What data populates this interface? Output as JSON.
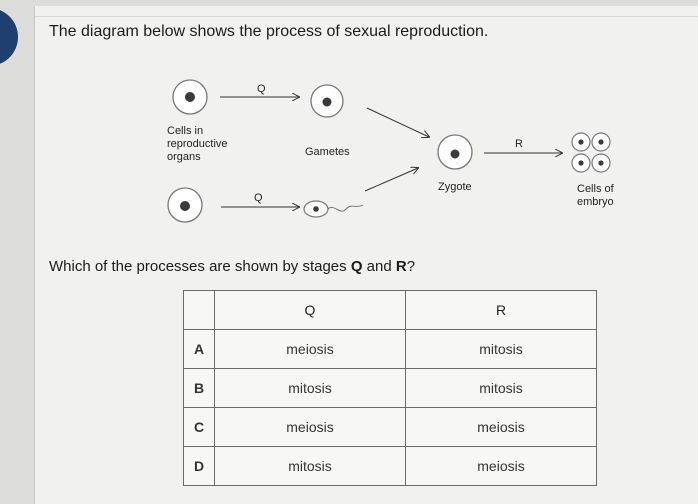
{
  "question": {
    "title": "The diagram below shows the process of sexual reproduction.",
    "prompt_before": "Which of the processes are shown by stages ",
    "prompt_q": "Q",
    "prompt_and": " and ",
    "prompt_r": "R",
    "prompt_end": "?"
  },
  "diagram": {
    "q_top": "Q",
    "q_bottom": "Q",
    "r": "R",
    "cells_label": [
      "Cells in",
      "reproductive",
      "organs"
    ],
    "gametes_label": "Gametes",
    "zygote_label": "Zygote",
    "embryo_label": [
      "Cells of",
      "embryo"
    ]
  },
  "table": {
    "headers": [
      "",
      "Q",
      "R"
    ],
    "rows": [
      {
        "key": "A",
        "q": "meiosis",
        "r": "mitosis"
      },
      {
        "key": "B",
        "q": "mitosis",
        "r": "mitosis"
      },
      {
        "key": "C",
        "q": "meiosis",
        "r": "meiosis"
      },
      {
        "key": "D",
        "q": "mitosis",
        "r": "meiosis"
      }
    ]
  }
}
